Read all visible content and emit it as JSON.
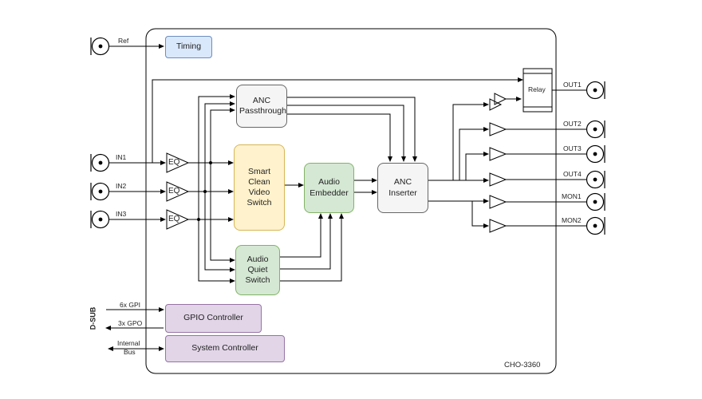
{
  "timing": "Timing",
  "anc_pass": "ANC Passthrough",
  "scvs": "Smart Clean Video Switch",
  "audio_emb": "Audio Embedder",
  "anc_ins": "ANC Inserter",
  "aqs": "Audio Quiet Switch",
  "relay": "Relay",
  "gpio": "GPIO Controller",
  "sysctl": "System Controller",
  "eq": "EQ",
  "inputs": [
    "IN1",
    "IN2",
    "IN3"
  ],
  "ref": "Ref",
  "outputs": [
    "OUT1",
    "OUT2",
    "OUT3",
    "OUT4",
    "MON1",
    "MON2"
  ],
  "gpi": "6x GPI",
  "gpo": "3x GPO",
  "dsub": "D-SUB",
  "internal": "Internal",
  "bus": "Bus",
  "model": "CHO-3360",
  "colors": {
    "timing": "#dae8fc",
    "scvs": "#fff2cc",
    "green": "#d5e8d4",
    "purple": "#e1d5e7",
    "grey": "#f5f5f5"
  }
}
